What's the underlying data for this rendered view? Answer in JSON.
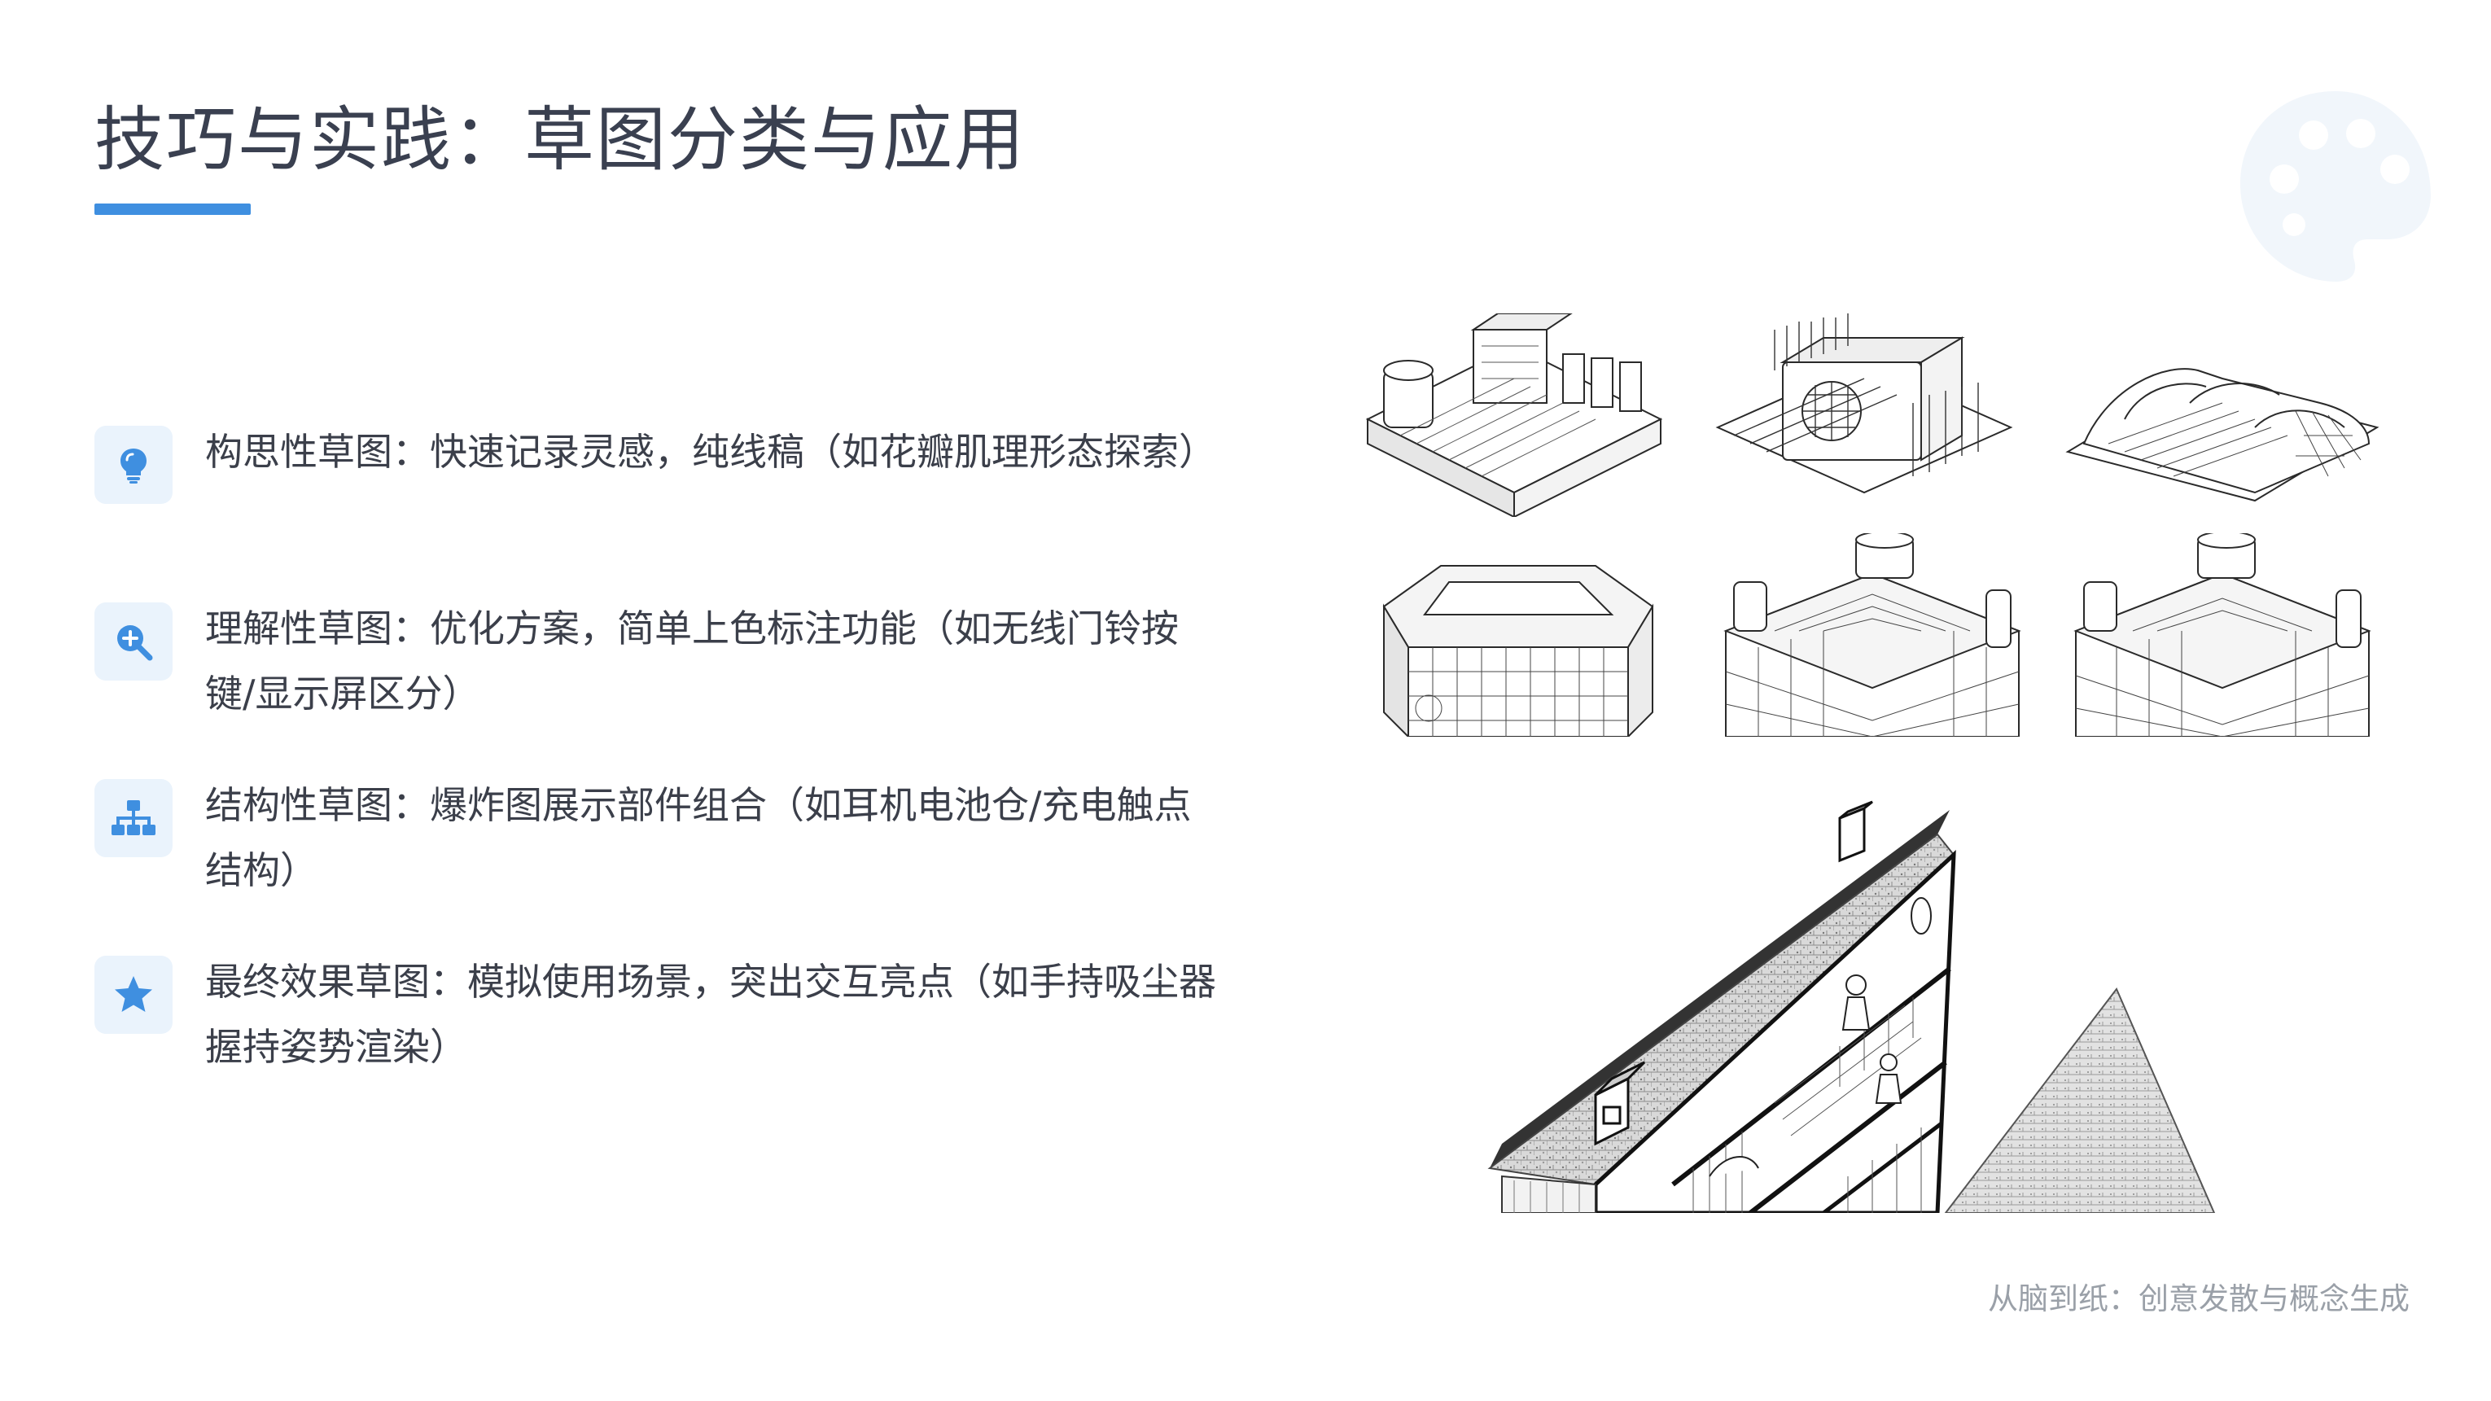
{
  "slide": {
    "title": "技巧与实践：草图分类与应用",
    "accent_color": "#3f8fe0",
    "footer": "从脑到纸：创意发散与概念生成"
  },
  "items": [
    {
      "icon": "lightbulb-icon",
      "text": "构思性草图：快速记录灵感，纯线稿（如花瓣肌理形态探索）"
    },
    {
      "icon": "zoom-in-icon",
      "text": "理解性草图：优化方案，简单上色标注功能（如无线门铃按键/显示屏区分）"
    },
    {
      "icon": "sitemap-icon",
      "text": "结构性草图：爆炸图展示部件组合（如耳机电池仓/充电触点结构）"
    },
    {
      "icon": "star-icon",
      "text": "最终效果草图：模拟使用场景，突出交互亮点（如手持吸尘器握持姿势渲染）"
    }
  ]
}
